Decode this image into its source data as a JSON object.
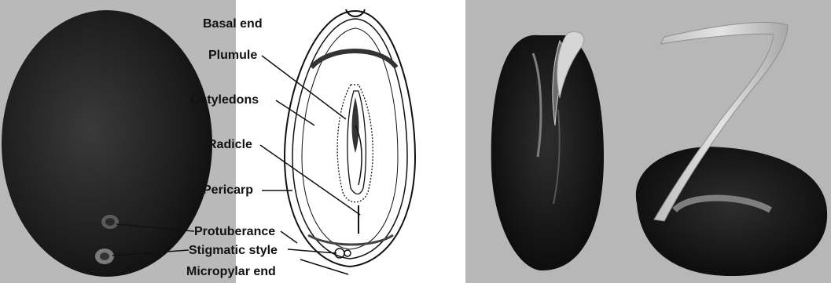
{
  "figure": {
    "colors": {
      "left_background": "#b9b9b9",
      "right_background": "#b7b7b7",
      "seed": "#1a1a1a",
      "sprout": "#d8d8d8"
    },
    "labels": {
      "basal_end": "Basal end",
      "plumule": "Plumule",
      "cotyledons": "Cotyledons",
      "radicle": "Radicle",
      "pericarp": "Pericarp",
      "protuberance": "Protuberance",
      "stigmatic_style": "Stigmatic style",
      "micropylar_end": "Micropylar end"
    }
  }
}
